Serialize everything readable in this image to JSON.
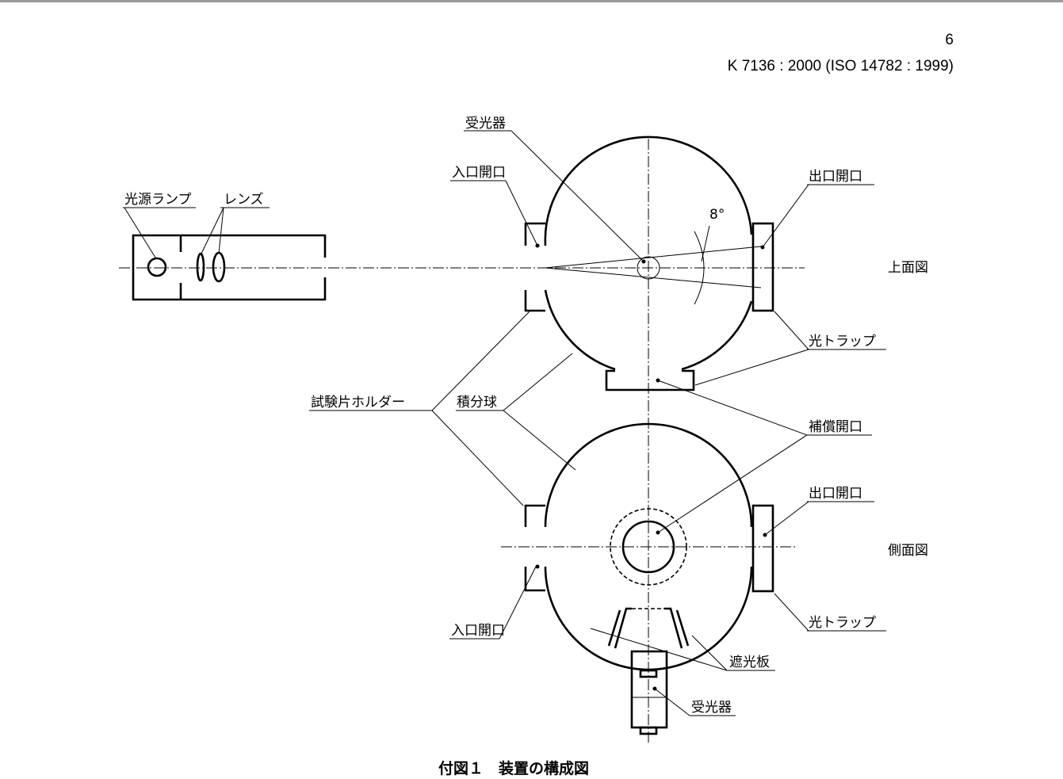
{
  "header": {
    "page_number": "6",
    "standard_id": "K 7136 : 2000 (ISO 14782 : 1999)"
  },
  "labels": {
    "receiver_top": "受光器",
    "entrance_port_top": "入口開口",
    "light_source_lamp": "光源ランプ",
    "lens": "レンズ",
    "exit_port_top": "出口開口",
    "angle": "8°",
    "top_view": "上面図",
    "light_trap_top": "光トラップ",
    "specimen_holder": "試験片ホルダー",
    "integrating_sphere": "積分球",
    "compensation_port": "補償開口",
    "exit_port_side": "出口開口",
    "side_view": "側面図",
    "light_trap_side": "光トラップ",
    "entrance_port_side": "入口開口",
    "baffle": "遮光板",
    "receiver_side": "受光器"
  },
  "caption": "付図１　装置の構成図"
}
